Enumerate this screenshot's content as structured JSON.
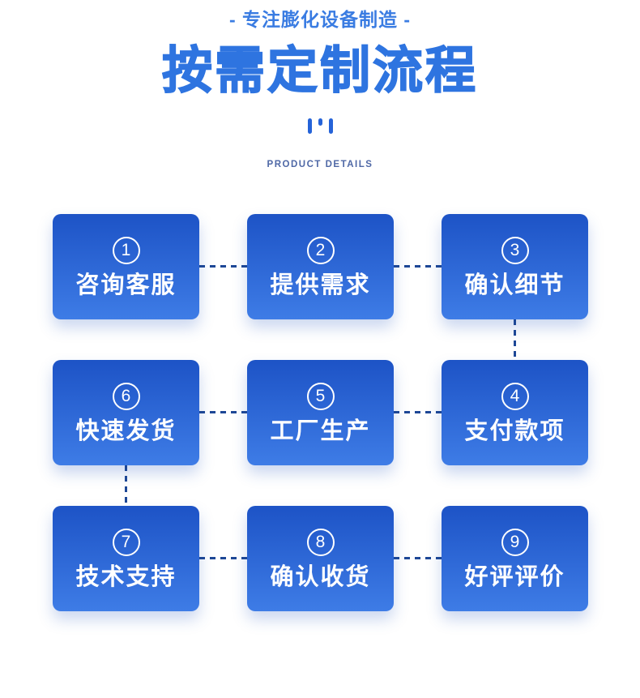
{
  "header": {
    "tagline": "- 专注膨化设备制造 -",
    "title": "按需定制流程",
    "subtitle": "PRODUCT DETAILS"
  },
  "colors": {
    "accent_blue": "#2e74e0",
    "tagline_blue": "#3a7ce2",
    "subtitle_slate_blue": "#4f68a6",
    "box_gradient_top": "#1d53c6",
    "box_gradient_bottom": "#3e7ce6",
    "connector_navy": "#1d4796",
    "background": "#ffffff",
    "box_text": "#ffffff"
  },
  "flow": {
    "steps": [
      {
        "number": "1",
        "label": "咨询客服"
      },
      {
        "number": "2",
        "label": "提供需求"
      },
      {
        "number": "3",
        "label": "确认细节"
      },
      {
        "number": "4",
        "label": "支付款项"
      },
      {
        "number": "5",
        "label": "工厂生产"
      },
      {
        "number": "6",
        "label": "快速发货"
      },
      {
        "number": "7",
        "label": "技术支持"
      },
      {
        "number": "8",
        "label": "确认收货"
      },
      {
        "number": "9",
        "label": "好评评价"
      }
    ],
    "grid_rows": [
      [
        "1",
        "2",
        "3"
      ],
      [
        "6",
        "5",
        "4"
      ],
      [
        "7",
        "8",
        "9"
      ]
    ],
    "sequence": "1 → 2 → 3 → 4 → 5 → 6 → 7 → 8 → 9"
  }
}
